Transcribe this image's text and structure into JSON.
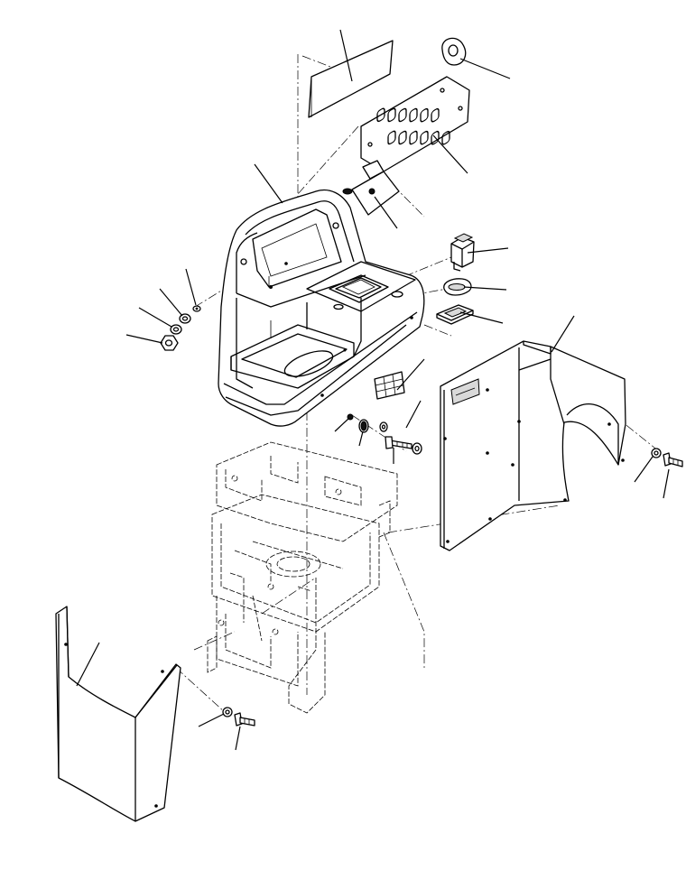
{
  "diagram": {
    "type": "exploded-parts-view",
    "callout_labels": [],
    "parts": [
      "decal-plate",
      "grommet",
      "switch-panel",
      "panel-bracket",
      "console-housing",
      "switch-knob",
      "seal-ring",
      "switch-boot",
      "nut",
      "lock-washer",
      "flat-washer",
      "hex-nut",
      "right-side-cover",
      "label-sticker",
      "bolt",
      "chassis-frame",
      "front-cover"
    ]
  }
}
